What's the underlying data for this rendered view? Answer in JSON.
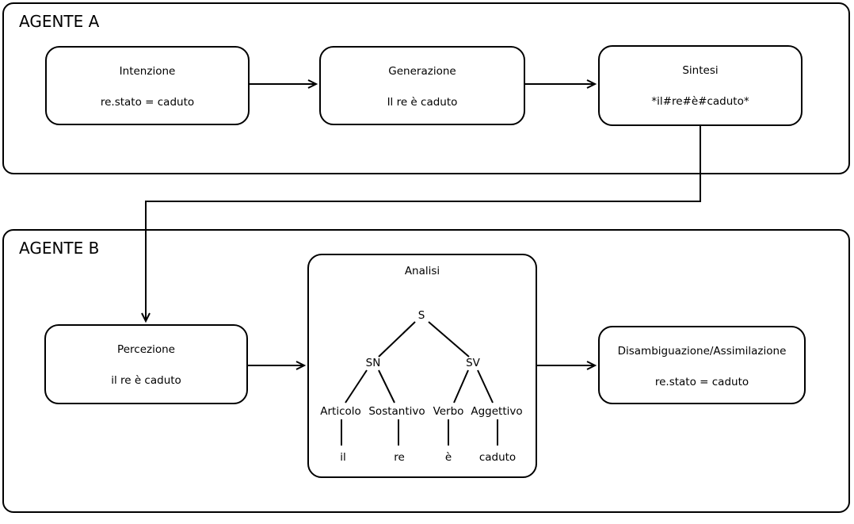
{
  "agent_a": {
    "label": "AGENTE A",
    "boxes": [
      {
        "title": "Intenzione",
        "value": "re.stato = caduto"
      },
      {
        "title": "Generazione",
        "value": "Il re è caduto"
      },
      {
        "title": "Sintesi",
        "value": "*il#re#è#caduto*"
      }
    ]
  },
  "agent_b": {
    "label": "AGENTE B",
    "perception": {
      "title": "Percezione",
      "value": "il re è caduto"
    },
    "analysis": {
      "title": "Analisi",
      "tree": {
        "root": "S",
        "noun_phrase": "SN",
        "verb_phrase": "SV",
        "categories": [
          "Articolo",
          "Sostantivo",
          "Verbo",
          "Aggettivo"
        ],
        "terminals": [
          "il",
          "re",
          "è",
          "caduto"
        ]
      }
    },
    "disambiguation": {
      "title": "Disambiguazione/Assimilazione",
      "value": "re.stato = caduto"
    }
  },
  "colors": {
    "line": "#000000",
    "background": "#ffffff",
    "text": "#000000"
  }
}
